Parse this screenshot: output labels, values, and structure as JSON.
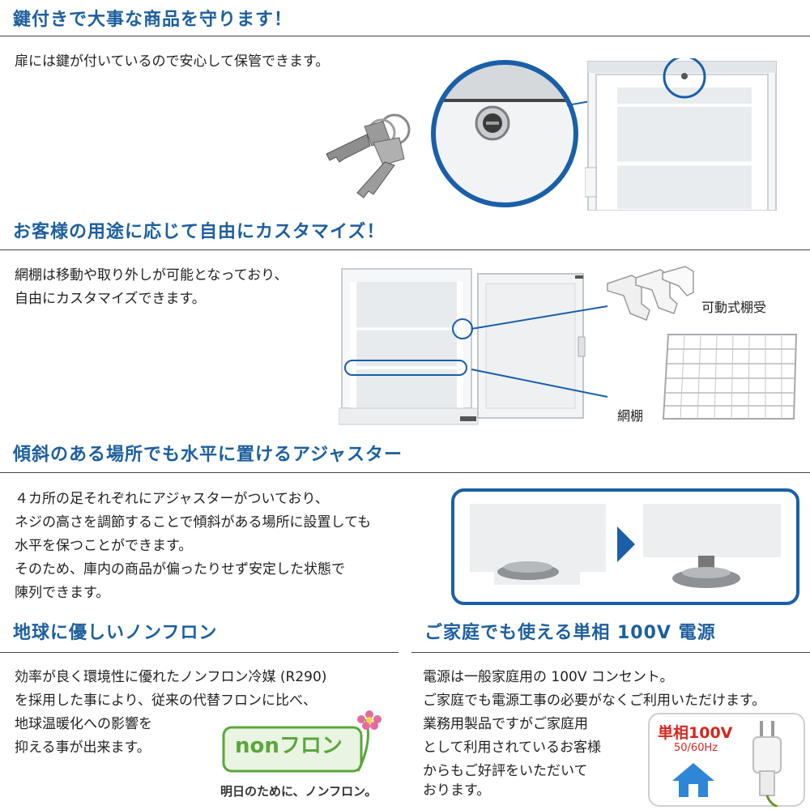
{
  "sections": {
    "lock": {
      "heading": "鍵付きで大事な商品を守ります！",
      "body": "扉には鍵が付いているので安心して保管できます。"
    },
    "custom": {
      "heading": "お客様の用途に応じて自由にカスタマイズ！",
      "body_lines": [
        "網棚は移動や取り外しが可能となっており、",
        "自由にカスタマイズできます。"
      ],
      "label_bracket": "可動式棚受",
      "label_shelf": "網棚"
    },
    "adjuster": {
      "heading": "傾斜のある場所でも水平に置けるアジャスター",
      "body_lines": [
        "４カ所の足それぞれにアジャスターがついており、",
        "ネジの高さを調節することで傾斜がある場所に設置しても",
        "水平を保つことができます。",
        "そのため、庫内の商品が偏ったりせず安定した状態で",
        "陳列できます。"
      ]
    },
    "nonfreon": {
      "heading": "地球に優しいノンフロン",
      "body_lines": [
        "効率が良く環境性に優れたノンフロン冷媒 (R290)",
        "を採用した事により、従来の代替フロンに比べ、",
        "地球温暖化への影響を",
        "抑える事が出来ます。"
      ],
      "logo_text": "nonフロン",
      "logo_caption": "明日のために、ノンフロン。"
    },
    "power": {
      "heading": "ご家庭でも使える単相 100V 電源",
      "body_lines": [
        "電源は一般家庭用の 100V コンセント。",
        "ご家庭でも電源工事の必要がなくご利用いただけます。",
        "業務用製品ですがご家庭用",
        "として利用されているお客様",
        "からもご好評をいただいて",
        "おります。"
      ],
      "badge_title": "単相100V",
      "badge_freq": "50/60Hz"
    }
  },
  "colors": {
    "heading": "#1d5f9e",
    "accent_blue": "#1a5fa8",
    "house_blue": "#2f86d6",
    "logo_green": "#5aa63c",
    "badge_red": "#d8261f"
  }
}
